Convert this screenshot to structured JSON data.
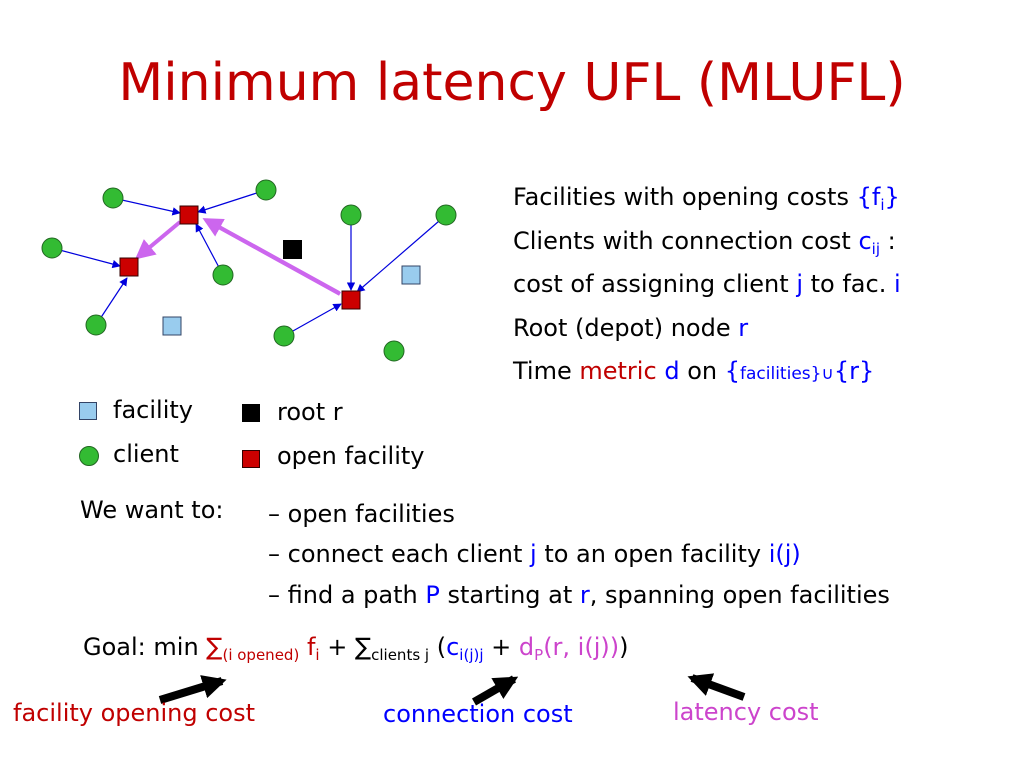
{
  "title": "Minimum latency UFL (MLUFL)",
  "description": {
    "line1": {
      "text": "Facilities with opening costs",
      "math": "{f",
      "sub": "i",
      "close": "}"
    },
    "line2": {
      "text": "Clients with connection cost",
      "math": "c",
      "sub": "ij",
      "tail": " :"
    },
    "line3": {
      "text": "cost of assigning client",
      "j": "j",
      "mid": "to fac.",
      "i": "i"
    },
    "line4": {
      "text": "Root (depot) node",
      "r": "r"
    },
    "line5": {
      "text1": "Time",
      "metric": "metric",
      "d": "d",
      "text2": "on",
      "set_open": "{",
      "set_mid": "facilities}∪",
      "set_r": "{r}"
    }
  },
  "legend": {
    "facility": "facility",
    "client": "client",
    "root": "root r",
    "open_facility": "open facility"
  },
  "want": {
    "label": "We want to:",
    "items": [
      {
        "dash": "–",
        "text": "open facilities"
      },
      {
        "dash": "–",
        "text": "connect each client",
        "j": "j",
        "text2": "to an open facility",
        "ij": "i(j)"
      },
      {
        "dash": "–",
        "text": "find a path",
        "P": "P",
        "text2": "starting at",
        "r": "r",
        "text3": ", spanning open facilities"
      }
    ]
  },
  "goal": {
    "label": "Goal:",
    "min": "min",
    "sum1": "∑",
    "sum1_sub": "(i opened)",
    "f": "f",
    "f_sub": "i",
    "plus1": "+",
    "sum2": "∑",
    "sum2_sub": "clients j",
    "paren_open": "(",
    "c": "c",
    "c_sub": "i(j)j",
    "plus2": "+",
    "d": "d",
    "d_sub": "P",
    "d_args": "(r, i(j))",
    "paren_close": ")"
  },
  "annotations": {
    "facility_cost": "facility opening cost",
    "connection_cost": "connection cost",
    "latency_cost": "latency cost"
  },
  "colors": {
    "title": "#c00000",
    "client": "#33bb33",
    "facility": "#99ccee",
    "open_facility": "#cc0000",
    "root": "#000000",
    "path": "#cc66ee",
    "edge": "#0000dd"
  }
}
